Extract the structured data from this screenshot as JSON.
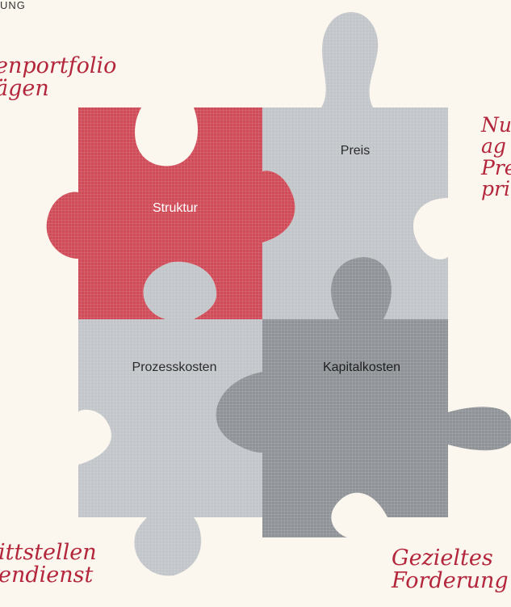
{
  "header_text": "UNG",
  "pieces": {
    "struktur": {
      "label": "Struktur",
      "color": "#cf4b57",
      "text_color": "#ffffff"
    },
    "preis": {
      "label": "Preis",
      "color": "#c2c5c9",
      "text_color": "#2b2b2b"
    },
    "prozesskosten": {
      "label": "Prozesskosten",
      "color": "#c2c5c9",
      "text_color": "#2b2b2b"
    },
    "kapitalkosten": {
      "label": "Kapitalkosten",
      "color": "#8f9397",
      "text_color": "#1f1f1f"
    }
  },
  "notes": {
    "top_left": [
      "enportfolio",
      "ägen"
    ],
    "top_right": [
      "Nu",
      "ag",
      "Pre",
      "pri"
    ],
    "bottom_left": [
      "ittstellen",
      "endienst"
    ],
    "bottom_right": [
      "Gezieltes",
      "Forderung"
    ]
  },
  "colors": {
    "background": "#fbf7ef",
    "handwriting": "#b3263b",
    "grid_line": "#ffffff"
  }
}
